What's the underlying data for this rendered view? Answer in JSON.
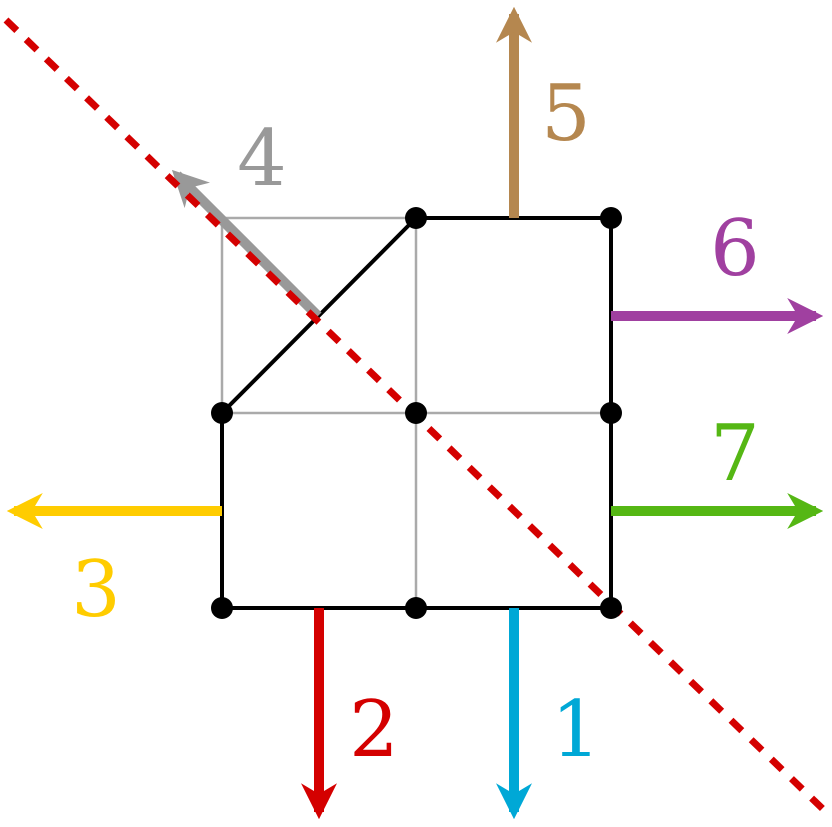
{
  "diagram": {
    "arrows": [
      {
        "id": "arrow-1",
        "label": "1",
        "color": "#00a8d6"
      },
      {
        "id": "arrow-2",
        "label": "2",
        "color": "#d40000"
      },
      {
        "id": "arrow-3",
        "label": "3",
        "color": "#ffcc00"
      },
      {
        "id": "arrow-4",
        "label": "4",
        "color": "#999999"
      },
      {
        "id": "arrow-5",
        "label": "5",
        "color": "#b5874f"
      },
      {
        "id": "arrow-6",
        "label": "6",
        "color": "#a040a0"
      },
      {
        "id": "arrow-7",
        "label": "7",
        "color": "#55b714"
      }
    ],
    "colors": {
      "outline": "#000000",
      "grid": "#aaaaaa",
      "dashed_line": "#d40000",
      "vertex": "#000000"
    }
  }
}
